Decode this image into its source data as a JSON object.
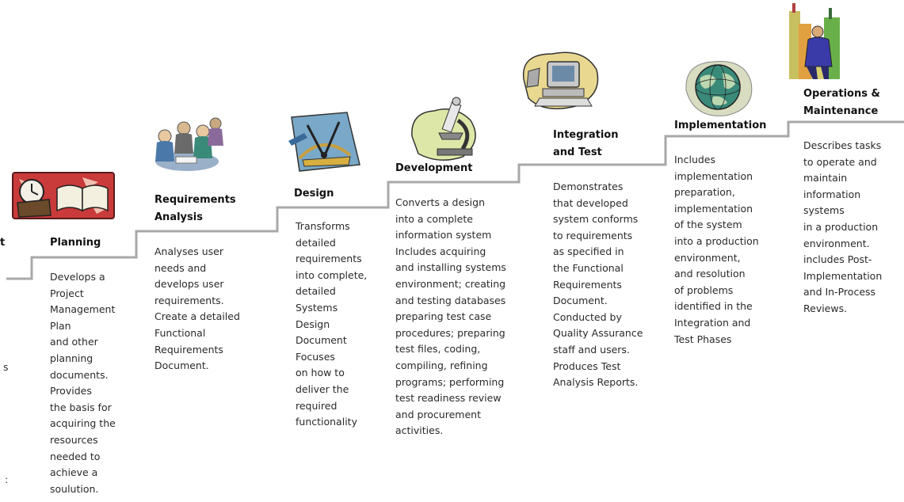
{
  "accent_color": "#a8a8a8",
  "fragments": {
    "left_title": "t",
    "left_text_1": "s",
    "left_text_2": ":"
  },
  "phases": [
    {
      "id": "planning",
      "icon": "book-clock-icon",
      "title": [
        "Planning"
      ],
      "desc": [
        "Develops a",
        "Project",
        "Management",
        "Plan",
        "and other",
        "planning",
        "documents.",
        "Provides",
        "the basis for",
        "acquiring the",
        "resources",
        "needed to",
        "achieve a",
        "soulution."
      ]
    },
    {
      "id": "requirements-analysis",
      "icon": "people-meeting-icon",
      "title": [
        "Requirements",
        "Analysis"
      ],
      "desc": [
        "Analyses user",
        "needs and",
        "develops user",
        "requirements.",
        "Create a detailed",
        "Functional",
        "Requirements",
        "Document."
      ]
    },
    {
      "id": "design",
      "icon": "drafting-tools-icon",
      "title": [
        "Design"
      ],
      "desc": [
        "Transforms",
        "detailed",
        "requirements",
        "into complete,",
        "detailed",
        "Systems",
        "Design",
        "Document",
        "Focuses",
        "on how to",
        "deliver the",
        "required",
        "functionality"
      ]
    },
    {
      "id": "development",
      "icon": "microscope-icon",
      "title": [
        "Development"
      ],
      "desc": [
        "Converts a design",
        "into a complete",
        "information system",
        "Includes acquiring",
        "and installing systems",
        "environment; creating",
        "and testing databases",
        "preparing test case",
        "procedures; preparing",
        "test files, coding,",
        "compiling, refining",
        "programs; performing",
        "test readiness review",
        "and procurement",
        "activities."
      ]
    },
    {
      "id": "integration-and-test",
      "icon": "computer-icon",
      "title": [
        "Integration",
        "and Test"
      ],
      "desc": [
        "Demonstrates",
        "that developed",
        "system conforms",
        "to requirements",
        "as specified in",
        "the Functional",
        "Requirements",
        "Document.",
        "Conducted by",
        "Quality Assurance",
        "staff and users.",
        "Produces Test",
        "Analysis Reports."
      ]
    },
    {
      "id": "implementation",
      "icon": "globe-icon",
      "title": [
        "Implementation"
      ],
      "desc": [
        "Includes",
        "implementation",
        "preparation,",
        "implementation",
        "of the system",
        "into a production",
        "environment,",
        "and resolution",
        "of problems",
        "identified in the",
        "Integration and",
        "Test Phases"
      ]
    },
    {
      "id": "operations-maintenance",
      "icon": "worker-city-icon",
      "title": [
        "Operations &",
        "Maintenance"
      ],
      "desc": [
        "Describes tasks",
        "to operate and",
        "maintain",
        "information",
        "systems",
        "in a production",
        "environment.",
        "includes Post-",
        "Implementation",
        "and In-Process",
        "Reviews."
      ]
    }
  ]
}
